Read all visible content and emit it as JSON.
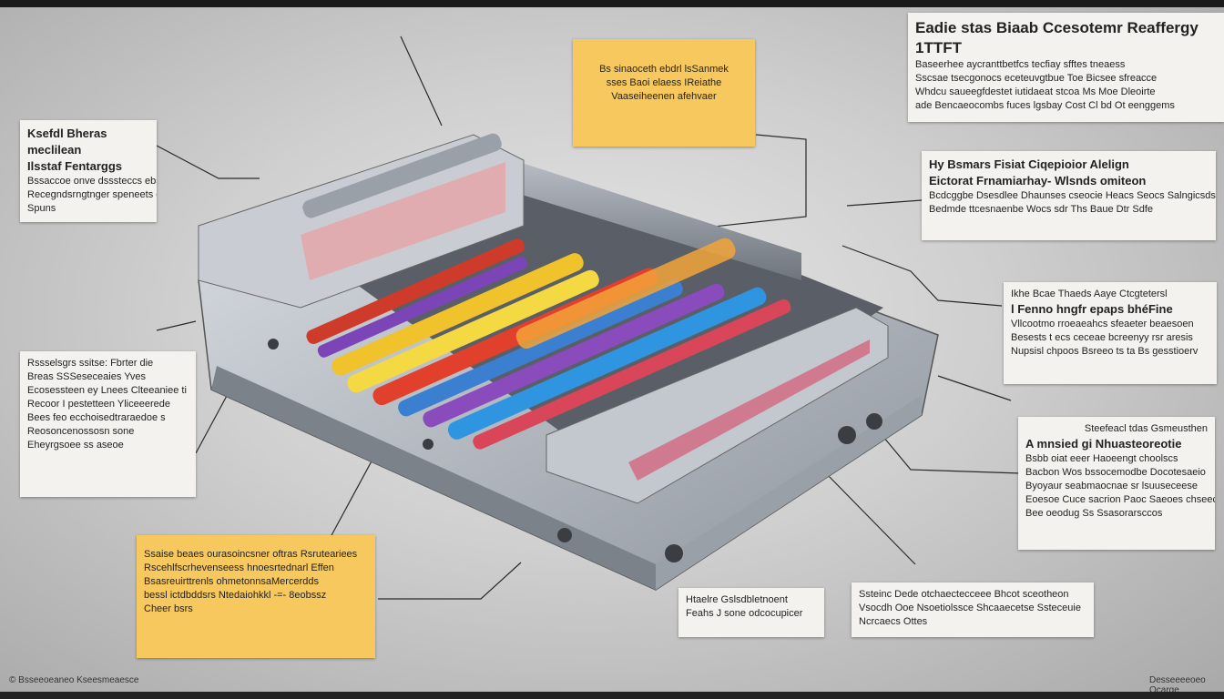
{
  "callouts": {
    "top_right": {
      "title": "Eadie stas Biaab Ccesotemr Reaffergy 1TTFT",
      "lines": [
        "Baseerhee aycranttbetfcs tecfiay sfftes tneaess",
        "Sscsae tsecgonocs eceteuvgtbue Toe Bicsee sfreacce",
        "Whdcu saueegfdestet iutidaeat stcoa Ms Moe Dleoirte",
        "ade Bencaeocombs fuces lgsbay Cost Cl bd Ot eenggems"
      ]
    },
    "right_upper": {
      "title": "Hy Bsmars Fisiat Ciqepioior Alelign",
      "line1": "Eictorat Frnamiarhay- Wlsnds omiteon",
      "lines": [
        "Bcdcggbe Dsesdlee Dhaunses cseocie Heacs Seocs Salngicsdsle",
        "Bedmde ttcesnaenbe Wocs sdr Ths Baue Dtr Sdfe"
      ]
    },
    "right_mid": {
      "title": "Ikhe Bcae Thaeds Aaye Ctcgtetersl",
      "line1": "l Fenno hngfr epaps bhéFine",
      "lines": [
        "Vllcootmo rroeaeahcs sfeaeter beaesoen",
        "Besests t ecs ceceae bcreenyy rsr aresis",
        "Nupsisl chpoos Bsreeo ts ta Bs gesstioerv"
      ]
    },
    "right_lower": {
      "title": "Steefeacl tdas Gsmeusthen",
      "big": "A mnsied gi Nhuasteoreotie",
      "lines": [
        "Bsbb oiat eeer Haoeengt choolscs",
        "Bacbon Wos bssocemodbe Docotesaeio",
        "Byoyaur seabmaocnae sr lsuuseceese",
        "Eoesoe Cuce sacrion Paoc Saeoes chseecsese",
        "Bee oeodug Ss Ssasorarsccos"
      ]
    },
    "bottom_right": {
      "lines": [
        "Ssteinc Dede otchaectecceee Bhcot sceotheon",
        "Vsocdh Ooe Nsoetiolssce Shcaaecetse Ssteceuie",
        "Ncrcaecs Ottes"
      ]
    },
    "bottom_center": {
      "lines": [
        "Htaelre Gslsdbletnoent",
        "Feahs J sone odcocupicer"
      ]
    },
    "left_top": {
      "title": "Ksefdl Bheras meclilean",
      "line1": "Ilsstaf Fentarggs",
      "lines": [
        "Bssaccoe onve dsssteccs ebsse Itsrse",
        "Recegndsrngtnger speneets os",
        "Spuns"
      ]
    },
    "left_mid": {
      "lines": [
        "Rssselsgrs ssitse: Fbrter die",
        "Breas SSSeseceaies Yves",
        "Ecosessteen ey Lnees Clteeaniee ti",
        "Recoor I pestetteen Yliceeerede",
        "Bees feo ecchoisedtraraedoe s",
        "Reosoncenossosn sone",
        "Eheyrgsoee ss aseoe"
      ]
    },
    "top_center": {
      "lines": [
        "Bs sinaoceth ebdrl lsSanmek",
        "sses Baoi elaess IReiathe",
        "Vaaseiheenen afehvaer"
      ]
    },
    "bottom_left": {
      "lines": [
        "Ssaise beaes ourasoincsner oftras Rsruteariees",
        "Rscehlfscrhevenseess hnoesrtednarl Effen",
        "Bsasreuirttrenls ohmetonnsaMercerdds",
        "bessl ictdbddsrs Ntedaiohkkl -=- 8eobssz",
        "Cheer bsrs"
      ]
    }
  },
  "footer": {
    "left": "Bsseeoeaneo Kseesmeaesce",
    "right": "Desseeeeoeo Ocarge"
  },
  "colors": {
    "yellow": "#f7c85d",
    "panel": "#f3f2ee",
    "background": "#cfcfcf"
  }
}
